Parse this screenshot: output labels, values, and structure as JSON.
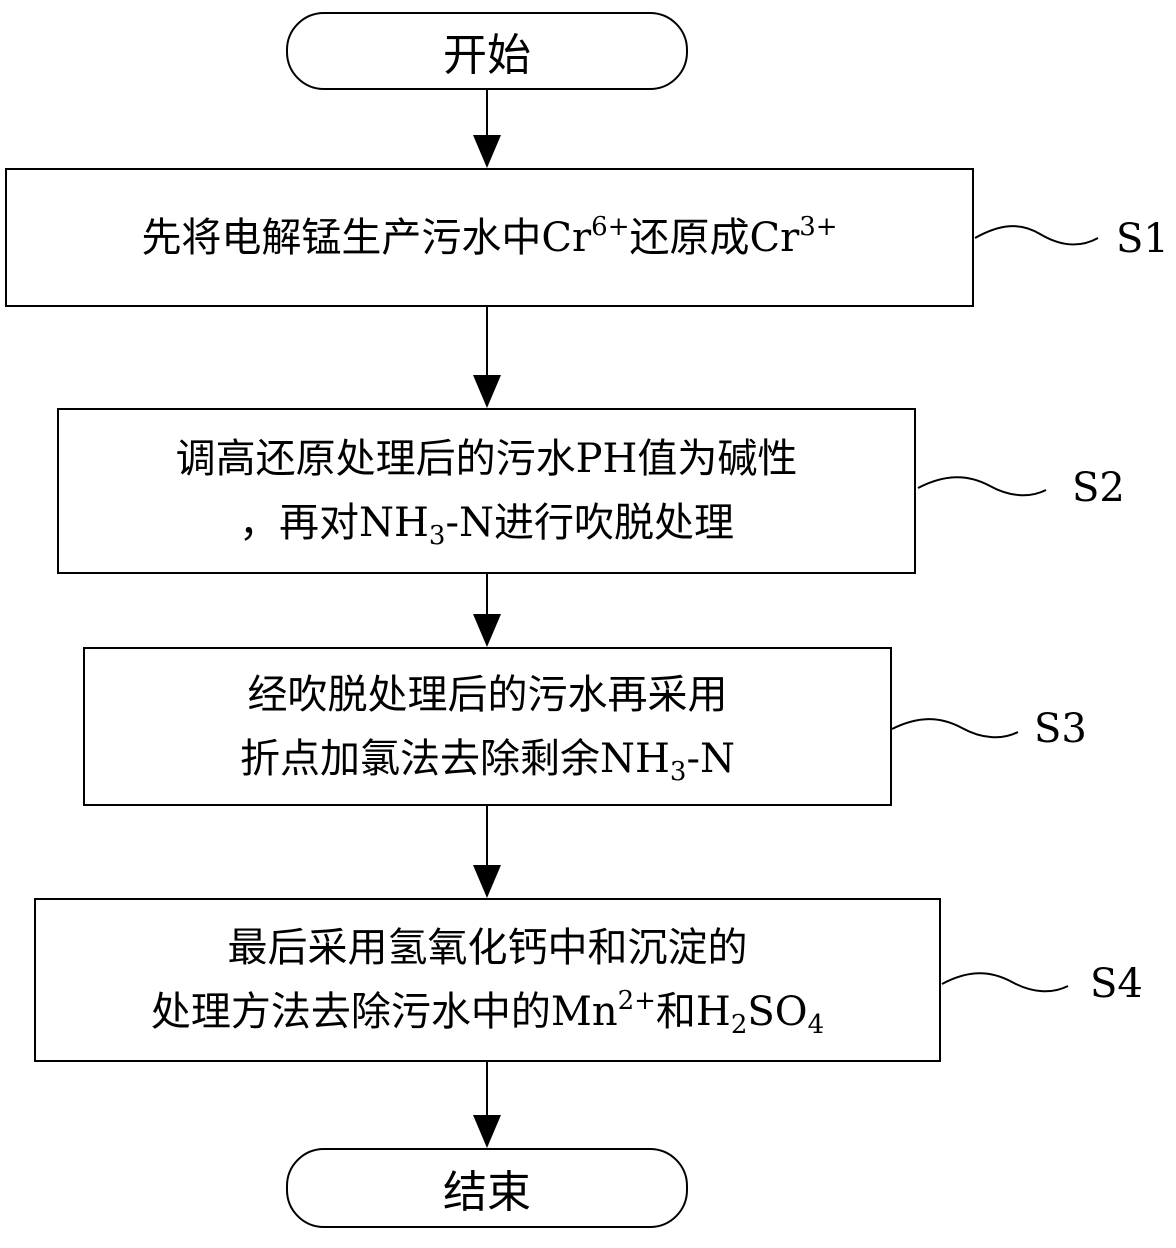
{
  "start": "开始",
  "end": "结束",
  "steps": [
    {
      "label": "S1",
      "line1": {
        "a": "先将电解锰生产污水中Cr",
        "a_sup": "6+",
        "b": "还原成Cr",
        "b_sup": "3+"
      }
    },
    {
      "label": "S2",
      "line1": "调高还原处理后的污水PH值为碱性",
      "line2": {
        "a": "，再对NH",
        "a_sub": "3",
        "b": "-N进行吹脱处理"
      }
    },
    {
      "label": "S3",
      "line1": "经吹脱处理后的污水再采用",
      "line2": {
        "a": "折点加氯法去除剩余NH",
        "a_sub": "3",
        "b": "-N"
      }
    },
    {
      "label": "S4",
      "line1": "最后采用氢氧化钙中和沉淀的",
      "line2": {
        "a": "处理方法去除污水中的Mn",
        "a_sup": "2+",
        "b": "和H",
        "b_sub": "2",
        "c": "SO",
        "c_sub": "4"
      }
    }
  ]
}
